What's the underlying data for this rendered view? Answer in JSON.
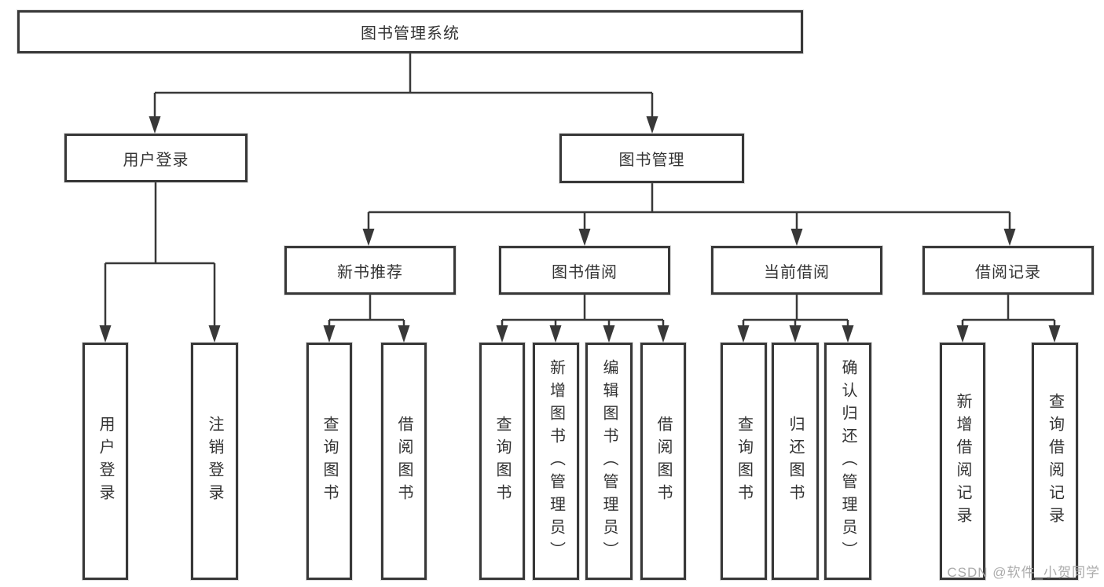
{
  "watermark": "CSDN @软件_小贺同学",
  "colors": {
    "line": "#383838",
    "box_border": "#383838",
    "box_fill": "#ffffff",
    "text": "#333333",
    "watermark": "#ababab",
    "background": "#ffffff"
  },
  "tree": {
    "root": "图书管理系统",
    "children": [
      {
        "label": "用户登录",
        "leaves": [
          "用户登录",
          "注销登录"
        ]
      },
      {
        "label": "图书管理",
        "children": [
          {
            "label": "新书推荐",
            "leaves": [
              "查询图书",
              "借阅图书"
            ]
          },
          {
            "label": "图书借阅",
            "leaves": [
              "查询图书",
              "新增图书（管理员）",
              "编辑图书（管理员）",
              "借阅图书"
            ]
          },
          {
            "label": "当前借阅",
            "leaves": [
              "查询图书",
              "归还图书",
              "确认归还（管理员）"
            ]
          },
          {
            "label": "借阅记录",
            "leaves": [
              "新增借阅记录",
              "查询借阅记录"
            ]
          }
        ]
      }
    ]
  }
}
